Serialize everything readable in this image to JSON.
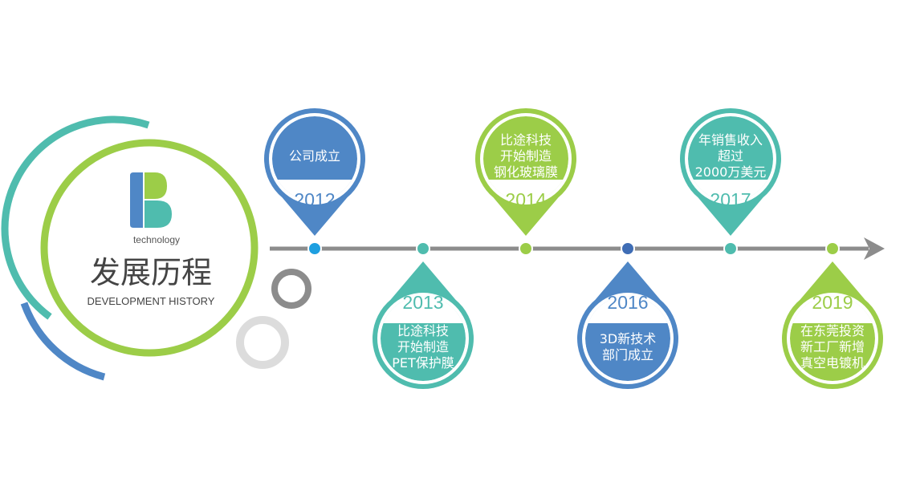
{
  "brand": {
    "tagline": "technology",
    "title_cn": "发展历程",
    "title_en": "DEVELOPMENT HISTORY"
  },
  "colors": {
    "blue": "#4f87c6",
    "blue_light": "#1e9fe0",
    "teal": "#4fbcae",
    "green": "#9ccd48",
    "gray": "#8c8c8c",
    "gray_light": "#dcdcdc"
  },
  "milestones": [
    {
      "year": "2012",
      "lines": [
        "公司成立"
      ],
      "color": "#4f87c6",
      "dot": "#1e9fe0",
      "direction": "up"
    },
    {
      "year": "2013",
      "lines": [
        "比途科技",
        "开始制造",
        "PET保护膜"
      ],
      "color": "#4fbcae",
      "dot": "#4fbcae",
      "direction": "down"
    },
    {
      "year": "2014",
      "lines": [
        "比途科技",
        "开始制造",
        "钢化玻璃膜"
      ],
      "color": "#9ccd48",
      "dot": "#9ccd48",
      "direction": "up"
    },
    {
      "year": "2016",
      "lines": [
        "3D新技术",
        "部门成立"
      ],
      "color": "#4f87c6",
      "dot": "#3f6db5",
      "direction": "down"
    },
    {
      "year": "2017",
      "lines": [
        "年销售收入",
        "超过",
        "2000万美元"
      ],
      "color": "#4fbcae",
      "dot": "#4fbcae",
      "direction": "up"
    },
    {
      "year": "2019",
      "lines": [
        "在东莞投资",
        "新工厂新增",
        "真空电镀机"
      ],
      "color": "#9ccd48",
      "dot": "#9ccd48",
      "direction": "down"
    }
  ]
}
